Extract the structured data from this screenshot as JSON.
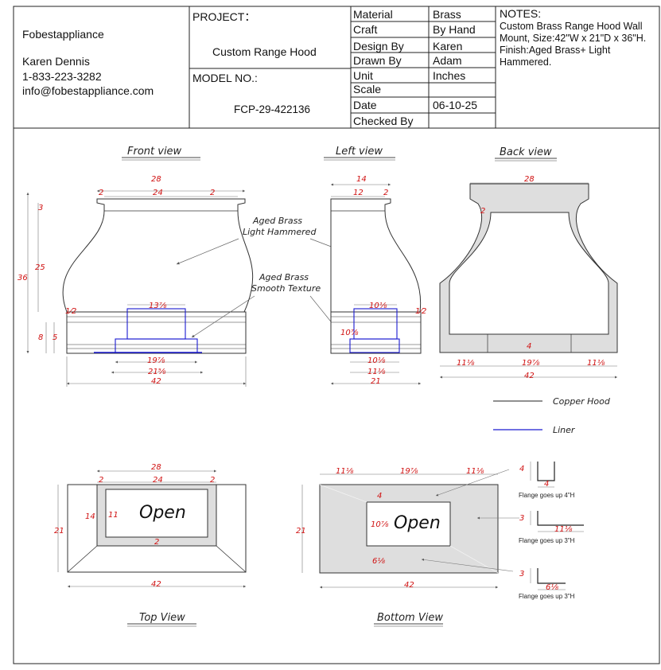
{
  "title_block": {
    "company": "Fobestappliance",
    "contact_name": "Karen Dennis",
    "phone": "1-833-223-3282",
    "email": "info@fobestappliance.com",
    "project_label": "PROJECT：",
    "project_value": "Custom Range Hood",
    "model_label": "MODEL NO.:",
    "model_value": "FCP-29-422136",
    "fields": [
      {
        "label": "Material",
        "value": "Brass"
      },
      {
        "label": "Craft",
        "value": "By Hand"
      },
      {
        "label": "Design By",
        "value": "Karen"
      },
      {
        "label": "Drawn By",
        "value": "Adam"
      },
      {
        "label": "Unit",
        "value": "Inches"
      },
      {
        "label": "Scale",
        "value": ""
      },
      {
        "label": "Date",
        "value": "06-10-25"
      },
      {
        "label": "Checked By",
        "value": ""
      }
    ],
    "notes_label": "NOTES:",
    "notes_text": "Custom Brass Range Hood Wall Mount, Size:42\"W x 21\"D x 36\"H. Finish:Aged Brass+ Light Hammered."
  },
  "views": {
    "front": "Front view",
    "left": "Left view",
    "back": "Back view",
    "top": "Top View",
    "bottom": "Bottom View"
  },
  "callouts": {
    "finish1_line1": "Aged Brass",
    "finish1_line2": "Light Hammered",
    "finish2_line1": "Aged Brass",
    "finish2_line2": "Smooth Texture"
  },
  "legend": {
    "copper": "Copper Hood",
    "liner": "Liner",
    "copper_color": "#222222",
    "liner_color": "#1a1ad0"
  },
  "dims": {
    "front": {
      "top_width": "28",
      "top_inner": "24",
      "top_left": "2",
      "top_right": "2",
      "crown": "3",
      "body": "25",
      "total": "36",
      "band": "8",
      "band_inner": "5",
      "step": "1⁄2",
      "liner_top": "13⅞",
      "liner_bottom": "19⅞",
      "opening": "21⅝",
      "width": "42"
    },
    "left": {
      "top": "14",
      "top_inner": "12",
      "top_side": "2",
      "step": "1⁄2",
      "liner_top": "10⅛",
      "liner_side": "10⅞",
      "liner_bottom": "10⅛",
      "opening": "11⅛",
      "depth": "21"
    },
    "back": {
      "top": "28",
      "wall": "2",
      "bottom_wall": "4",
      "left": "11⅛",
      "mid": "19⅞",
      "right": "11⅛",
      "width": "42"
    },
    "top": {
      "width": "28",
      "inner": "24",
      "left": "2",
      "right": "2",
      "depth": "21",
      "outer_side": "14",
      "inner_side": "11",
      "bottom": "2",
      "base": "42",
      "open": "Open"
    },
    "bottom": {
      "left": "11⅛",
      "mid": "19⅞",
      "right": "11⅛",
      "top": "4",
      "side": "10⅞",
      "lower": "6⅛",
      "depth": "21",
      "width": "42",
      "open": "Open"
    }
  },
  "flanges": [
    {
      "height": "4",
      "width": "4",
      "note": "Flange goes up 4\"H"
    },
    {
      "height": "3",
      "width": "11⅛",
      "note": "Flange goes up 3\"H"
    },
    {
      "height": "3",
      "width": "6⅛",
      "note": "Flange goes up 3\"H"
    }
  ]
}
